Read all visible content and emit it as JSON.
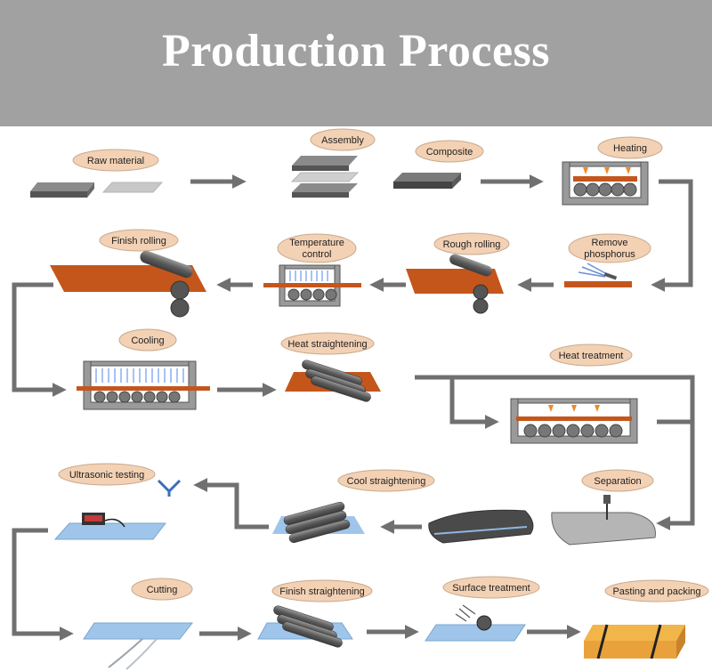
{
  "title": "Production Process",
  "colors": {
    "header": "#a1a1a1",
    "label_bubble": "#f3d1b4",
    "arrow": "#707070",
    "copper": "#c4561c",
    "steel": "#6b6b6b",
    "blue_sheet": "#9fc6ea",
    "packing": "#e9a23b"
  },
  "steps": {
    "raw_material": "Raw material",
    "assembly": "Assembly",
    "composite": "Composite",
    "heating": "Heating",
    "remove_phosphorus": [
      "Remove",
      "phosphorus"
    ],
    "rough_rolling": "Rough rolling",
    "temperature_control": [
      "Temperature",
      "control"
    ],
    "finish_rolling": "Finish rolling",
    "cooling": "Cooling",
    "heat_straightening": "Heat straightening",
    "heat_treatment": "Heat treatment",
    "separation": "Separation",
    "cool_straightening": "Cool straightening",
    "ultrasonic_testing": "Ultrasonic testing",
    "cutting": "Cutting",
    "finish_straightening": "Finish straightening",
    "surface_treatment": "Surface treatment",
    "pasting_and_packing": "Pasting and packing"
  }
}
